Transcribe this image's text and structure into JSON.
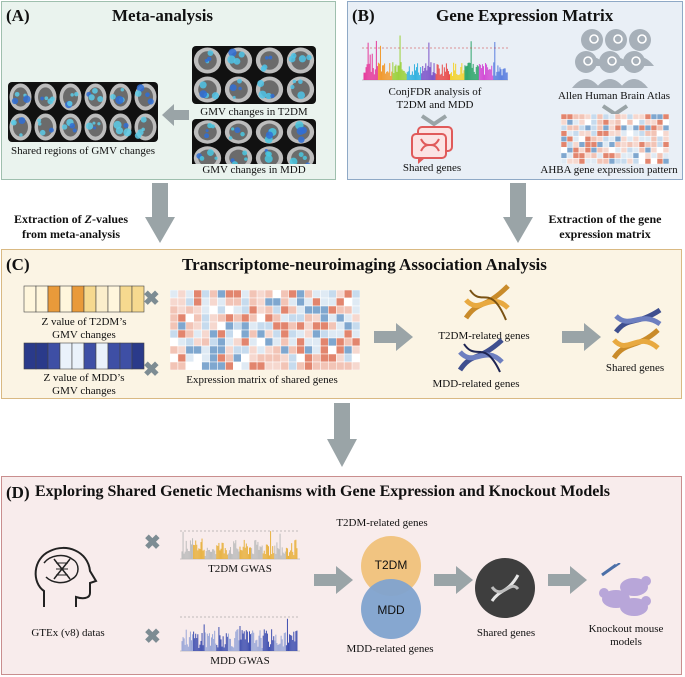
{
  "panelA": {
    "label": "(A)",
    "title": "Meta-analysis",
    "t2dm_caption": "GMV changes in T2DM",
    "mdd_caption": "GMV changes in MDD",
    "shared_caption": "Shared regions of GMV changes"
  },
  "panelB": {
    "label": "(B)",
    "title": "Gene Expression Matrix",
    "conj_caption_1": "ConjFDR analysis of",
    "conj_caption_2": "T2DM and MDD",
    "atlas_caption": "Allen Human Brain Atlas",
    "shared_genes": "Shared genes",
    "ahba_caption": "AHBA gene expression pattern"
  },
  "between": {
    "left_1": "Extraction of ",
    "left_z": "Z",
    "left_1b": "-values",
    "left_2": "from meta-analysis",
    "right_1": "Extraction of the gene",
    "right_2": "expression matrix"
  },
  "panelC": {
    "label": "(C)",
    "title": "Transcriptome-neuroimaging Association Analysis",
    "zt2dm_1": "Z value of T2DM’s",
    "zt2dm_2": "GMV changes",
    "zmdd_1": "Z value of MDD’s",
    "zmdd_2": "GMV changes",
    "matrix_caption": "Expression matrix of shared genes",
    "t2dm_genes": "T2DM-related genes",
    "mdd_genes": "MDD-related genes",
    "shared_genes": "Shared genes"
  },
  "panelD": {
    "label": "(D)",
    "title": "Exploring Shared Genetic Mechanisms with Gene Expression and Knockout Models",
    "gtex": "GTEx (v8) datas",
    "t2dm_gwas": "T2DM GWAS",
    "mdd_gwas": "MDD GWAS",
    "t2dm_related": "T2DM-related genes",
    "venn_t2dm": "T2DM",
    "venn_mdd": "MDD",
    "mdd_related": "MDD-related genes",
    "shared_genes": "Shared genes",
    "knockout_1": "Knockout mouse",
    "knockout_2": "models"
  },
  "colors": {
    "t2dm_orange": "#f0c27b",
    "mdd_blue": "#6f93c4",
    "arrow_gray": "#9aa4a7",
    "heat_red": "#e2856e",
    "heat_blue": "#7fa7cf"
  }
}
